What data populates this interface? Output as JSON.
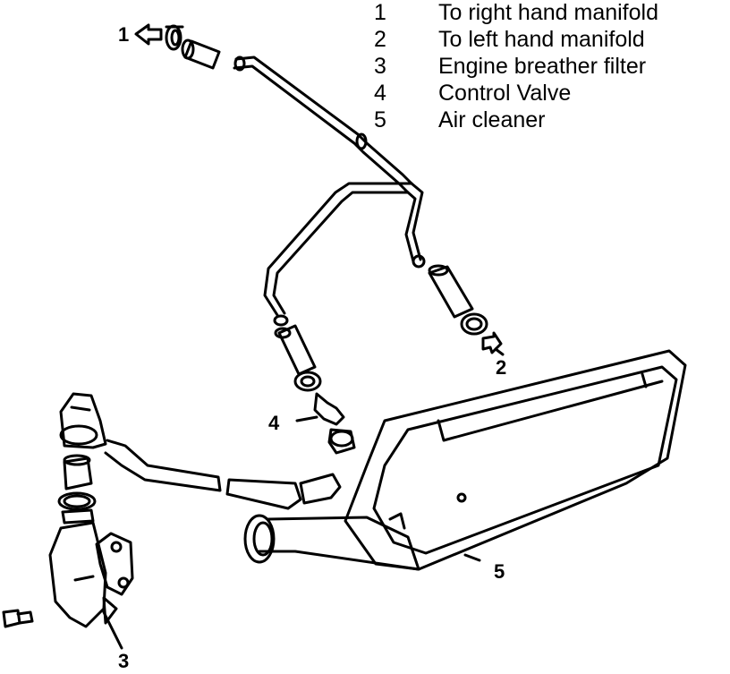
{
  "legend": {
    "items": [
      {
        "number": "1",
        "label": "To right hand manifold"
      },
      {
        "number": "2",
        "label": "To left hand manifold"
      },
      {
        "number": "3",
        "label": "Engine breather filter"
      },
      {
        "number": "4",
        "label": "Control Valve"
      },
      {
        "number": "5",
        "label": "Air cleaner"
      }
    ]
  },
  "callouts": {
    "c1": "1",
    "c2": "2",
    "c3": "3",
    "c4": "4",
    "c5": "5"
  }
}
